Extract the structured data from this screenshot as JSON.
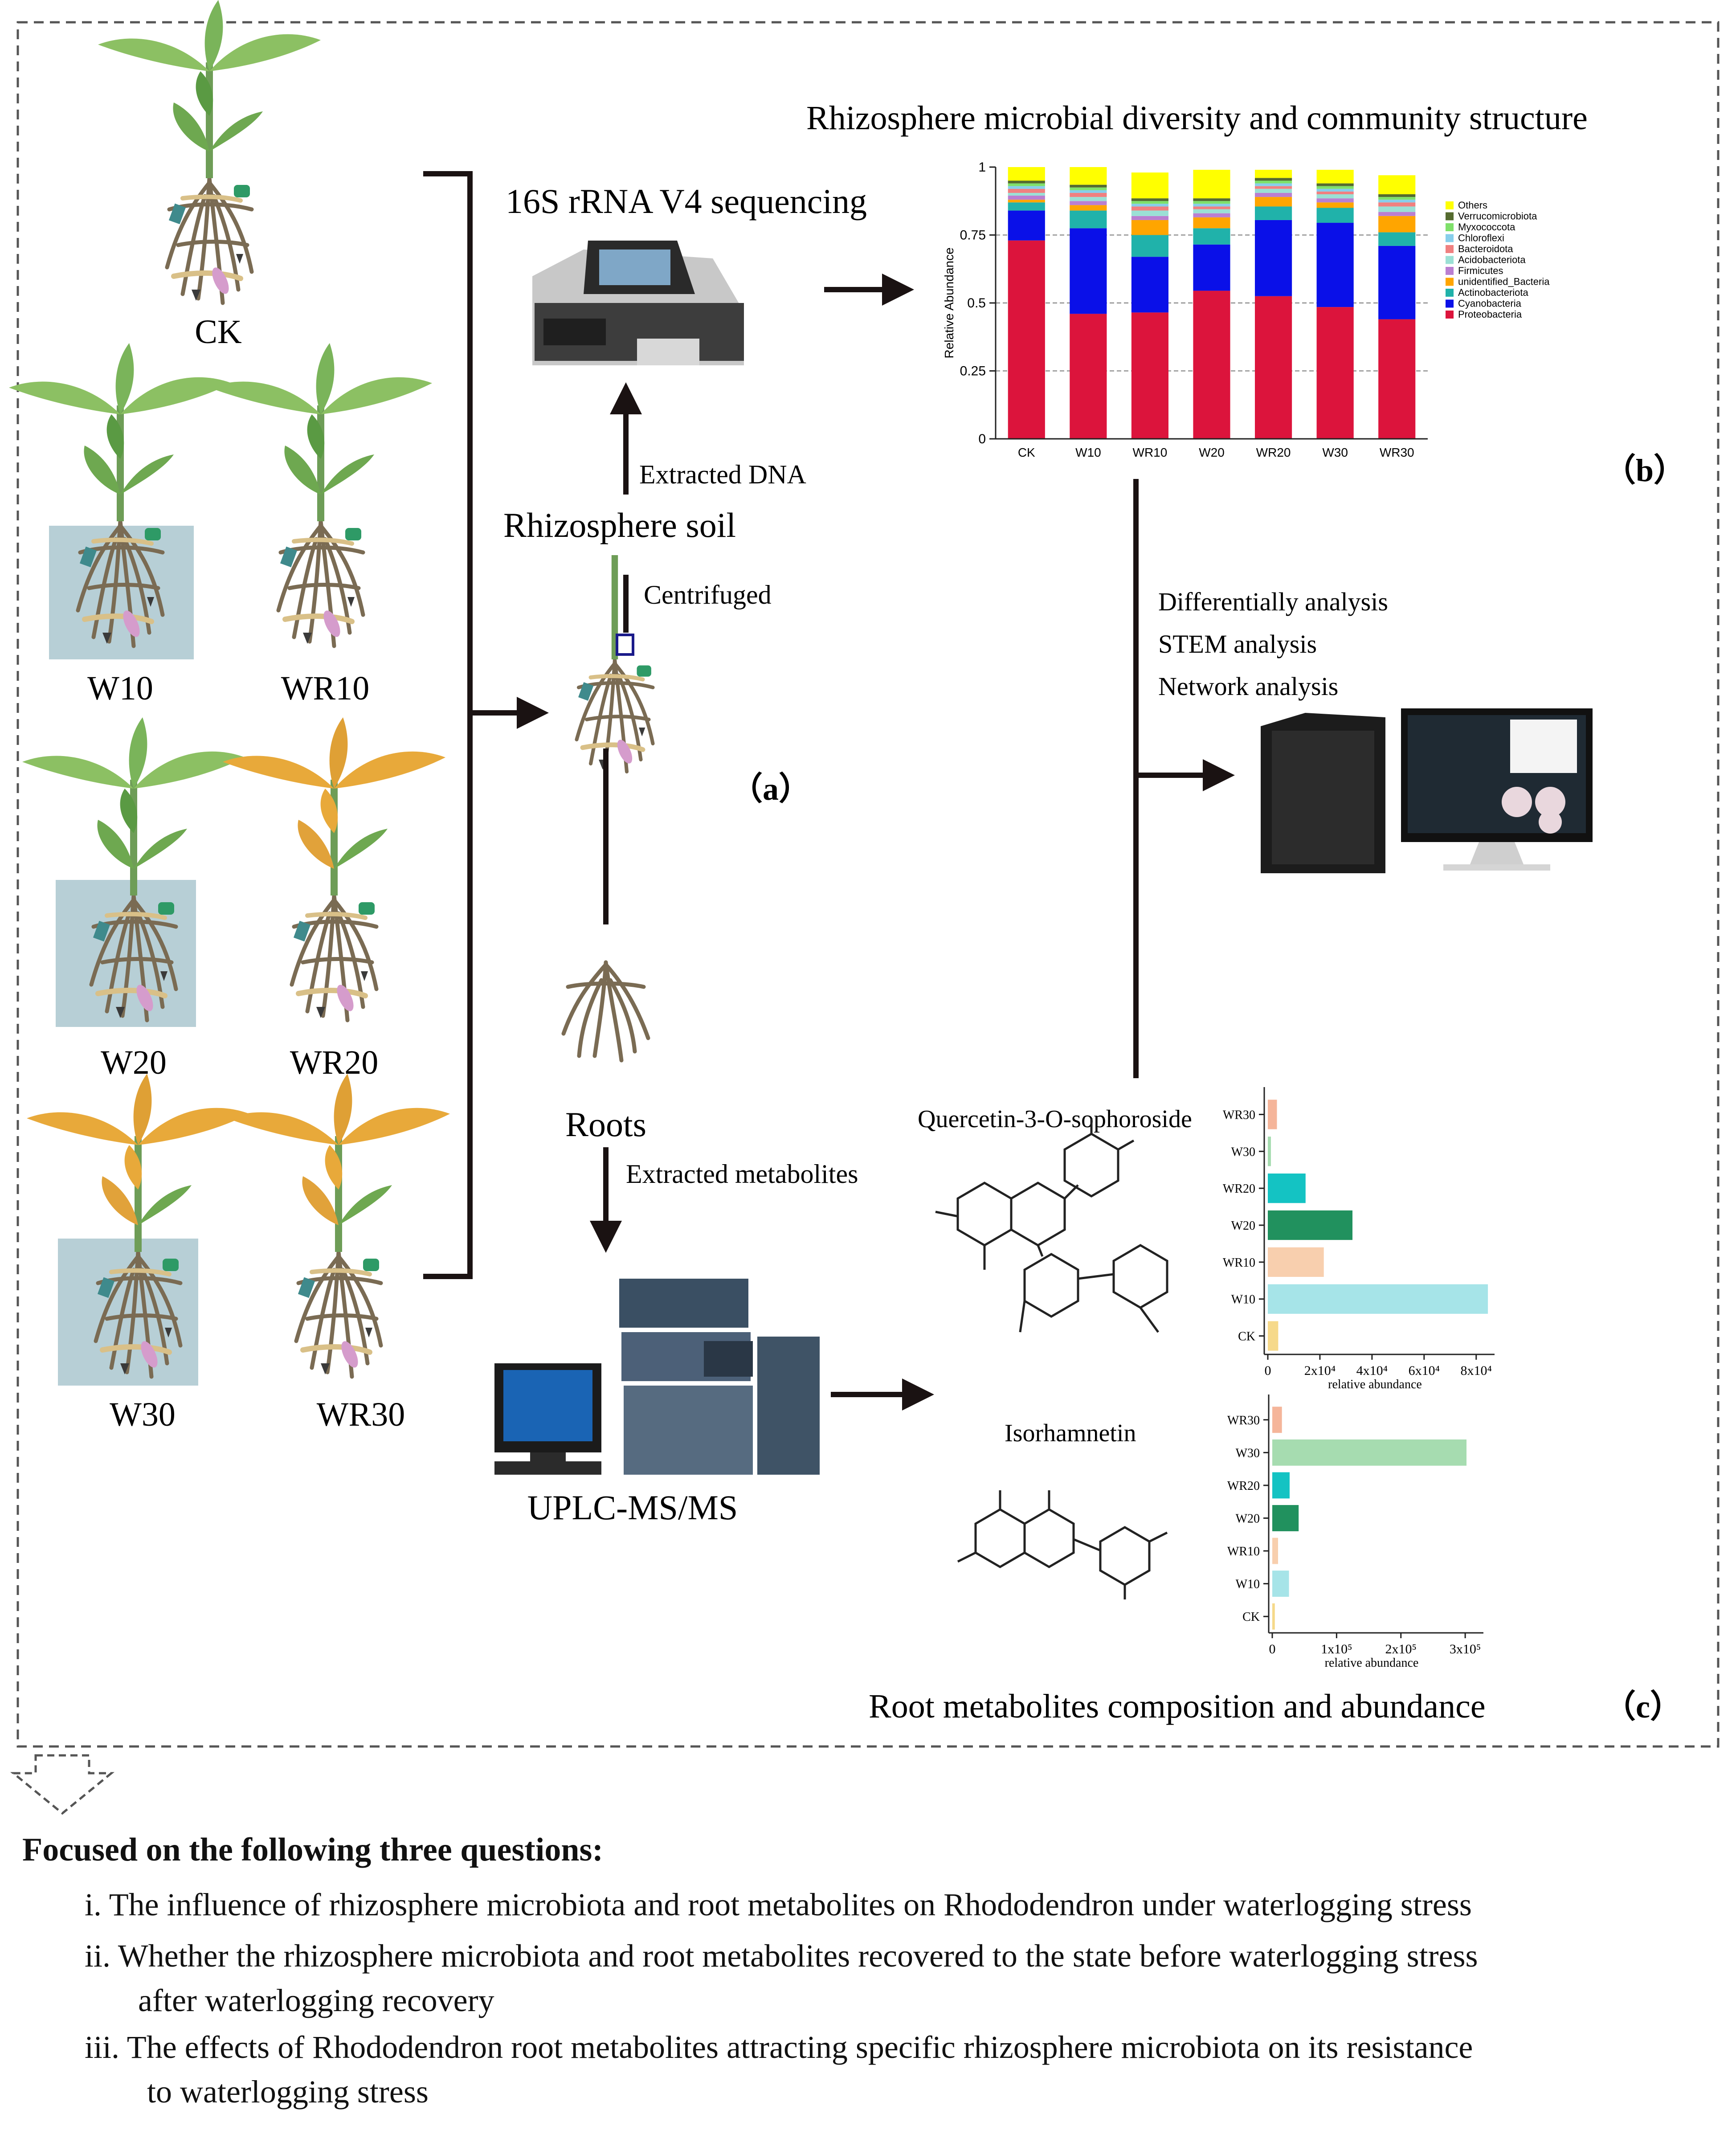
{
  "header": {
    "microbial_title": "Rhizosphere microbial diversity and community structure",
    "sequencing_label": "16S rRNA V4 sequencing",
    "metabolite_title": "Root metabolites composition and abundance"
  },
  "panel_labels": {
    "a": "（a）",
    "b": "（b）",
    "c": "（c）"
  },
  "plants": [
    "CK",
    "W10",
    "WR10",
    "W20",
    "WR20",
    "W30",
    "WR30"
  ],
  "workflow": {
    "extracted_dna": "Extracted DNA",
    "rhizosphere_soil": "Rhizosphere soil",
    "centrifuged": "Centrifuged",
    "roots": "Roots",
    "extracted_metabolites": "Extracted metabolites",
    "uplc": "UPLC-MS/MS",
    "analysis": [
      "Differentially analysis",
      "STEM analysis",
      "Network analysis"
    ]
  },
  "colors": {
    "leaf_green": "#8cc063",
    "leaf_dark": "#5a9a43",
    "leaf_yellow": "#e8a93a",
    "water": "#b7cfd6",
    "root": "#7a6b53"
  },
  "chart_data": [
    {
      "type": "bar",
      "stacked": true,
      "title": "",
      "ylabel": "Relative Abundance",
      "xlabel": "",
      "ylim": [
        0,
        1
      ],
      "yticks": [
        "0",
        "0.25",
        "0.5",
        "0.75",
        "1"
      ],
      "grid": "dashed",
      "legend_position": "right",
      "categories": [
        "CK",
        "W10",
        "WR10",
        "W20",
        "WR20",
        "W30",
        "WR30"
      ],
      "series": [
        {
          "name": "Proteobacteria",
          "color": "#dc143c",
          "values": [
            0.73,
            0.46,
            0.465,
            0.545,
            0.525,
            0.485,
            0.44
          ]
        },
        {
          "name": "Cyanobacteria",
          "color": "#0a10e8",
          "values": [
            0.11,
            0.315,
            0.205,
            0.17,
            0.28,
            0.31,
            0.27
          ]
        },
        {
          "name": "Actinobacteriota",
          "color": "#20b2aa",
          "values": [
            0.03,
            0.065,
            0.08,
            0.06,
            0.05,
            0.055,
            0.05
          ]
        },
        {
          "name": "unidentified_Bacteria",
          "color": "#ffa500",
          "values": [
            0.01,
            0.02,
            0.055,
            0.04,
            0.035,
            0.02,
            0.06
          ]
        },
        {
          "name": "Firmicutes",
          "color": "#ba7fd1",
          "values": [
            0.015,
            0.015,
            0.015,
            0.015,
            0.015,
            0.015,
            0.015
          ]
        },
        {
          "name": "Acidobacteriota",
          "color": "#9be0d5",
          "values": [
            0.01,
            0.015,
            0.02,
            0.015,
            0.015,
            0.015,
            0.02
          ]
        },
        {
          "name": "Bacteroidota",
          "color": "#f08080",
          "values": [
            0.015,
            0.015,
            0.015,
            0.01,
            0.01,
            0.01,
            0.015
          ]
        },
        {
          "name": "Chloroflexi",
          "color": "#87ceeb",
          "values": [
            0.01,
            0.01,
            0.01,
            0.01,
            0.01,
            0.01,
            0.01
          ]
        },
        {
          "name": "Myxococcota",
          "color": "#7fe06a",
          "values": [
            0.01,
            0.01,
            0.01,
            0.01,
            0.01,
            0.01,
            0.01
          ]
        },
        {
          "name": "Verrucomicrobiota",
          "color": "#556b2f",
          "values": [
            0.01,
            0.01,
            0.01,
            0.01,
            0.01,
            0.01,
            0.01
          ]
        },
        {
          "name": "Others",
          "color": "#ffff00",
          "values": [
            0.05,
            0.065,
            0.095,
            0.105,
            0.03,
            0.05,
            0.07
          ]
        }
      ]
    },
    {
      "type": "bar",
      "orientation": "horizontal",
      "title": "Quercetin-3-O-sophoroside",
      "xlabel": "relative abundance",
      "ylabel": "",
      "xlim": [
        0,
        85000
      ],
      "xticks": [
        {
          "value": 0,
          "label": "0"
        },
        {
          "value": 20000,
          "label": "2x10⁴"
        },
        {
          "value": 40000,
          "label": "4x10⁴"
        },
        {
          "value": 60000,
          "label": "6x10⁴"
        },
        {
          "value": 80000,
          "label": "8x10⁴"
        }
      ],
      "categories": [
        "WR30",
        "W30",
        "WR20",
        "W20",
        "WR10",
        "W10",
        "CK"
      ],
      "values": [
        3500,
        1200,
        14500,
        32500,
        21500,
        84500,
        4000
      ],
      "bar_colors": [
        "#f5b59a",
        "#a6dcb0",
        "#14c3c3",
        "#21915e",
        "#f8cfae",
        "#a6e4e8",
        "#f6d98a"
      ]
    },
    {
      "type": "bar",
      "orientation": "horizontal",
      "title": "Isorhamnetin",
      "xlabel": "relative abundance",
      "ylabel": "",
      "xlim": [
        0,
        320000
      ],
      "xticks": [
        {
          "value": 0,
          "label": "0"
        },
        {
          "value": 100000,
          "label": "1x10⁵"
        },
        {
          "value": 200000,
          "label": "2x10⁵"
        },
        {
          "value": 300000,
          "label": "3x10⁵"
        }
      ],
      "categories": [
        "WR30",
        "W30",
        "WR20",
        "W20",
        "WR10",
        "W10",
        "CK"
      ],
      "values": [
        15000,
        302000,
        27000,
        41000,
        9000,
        26000,
        4000
      ],
      "bar_colors": [
        "#f5b59a",
        "#a6dcb0",
        "#14c3c3",
        "#21915e",
        "#f8cfae",
        "#a6e4e8",
        "#f6d98a"
      ]
    }
  ],
  "questions": {
    "heading": "Focused on the following three questions:",
    "items": [
      {
        "lines": [
          "i. The influence of rhizosphere microbiota and root metabolites on Rhododendron under waterlogging stress"
        ]
      },
      {
        "lines": [
          "ii. Whether the rhizosphere microbiota and root metabolites recovered to the state before waterlogging stress",
          "after waterlogging recovery"
        ]
      },
      {
        "lines": [
          "iii. The effects of Rhododendron root metabolites attracting specific rhizosphere microbiota on its resistance",
          "to waterlogging stress"
        ]
      }
    ]
  }
}
